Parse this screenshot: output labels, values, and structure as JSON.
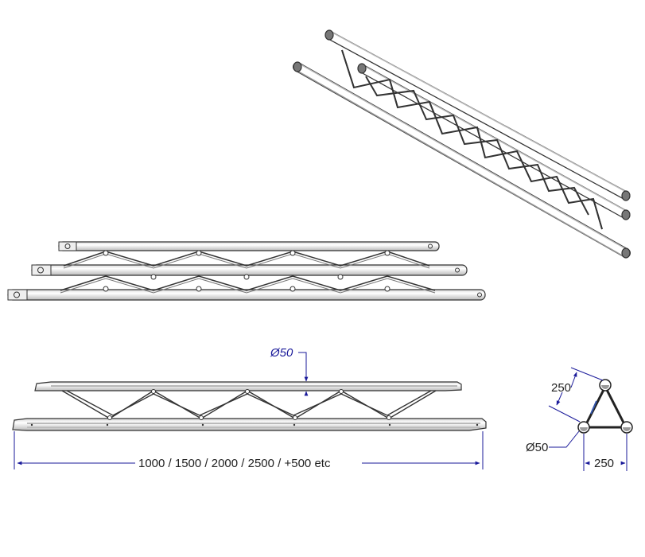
{
  "dimensions": {
    "length_label": "1000 / 1500 / 2000 / 2500 / +500 etc",
    "tube_diameter_top": "Ø50",
    "tube_diameter_section": "Ø50",
    "section_height": "250",
    "section_width": "250"
  },
  "colors": {
    "line": "#333333",
    "dimension": "#1a1a9a",
    "tube_fill": "#f4f4f4",
    "tube_shade": "#c8c8c8"
  }
}
